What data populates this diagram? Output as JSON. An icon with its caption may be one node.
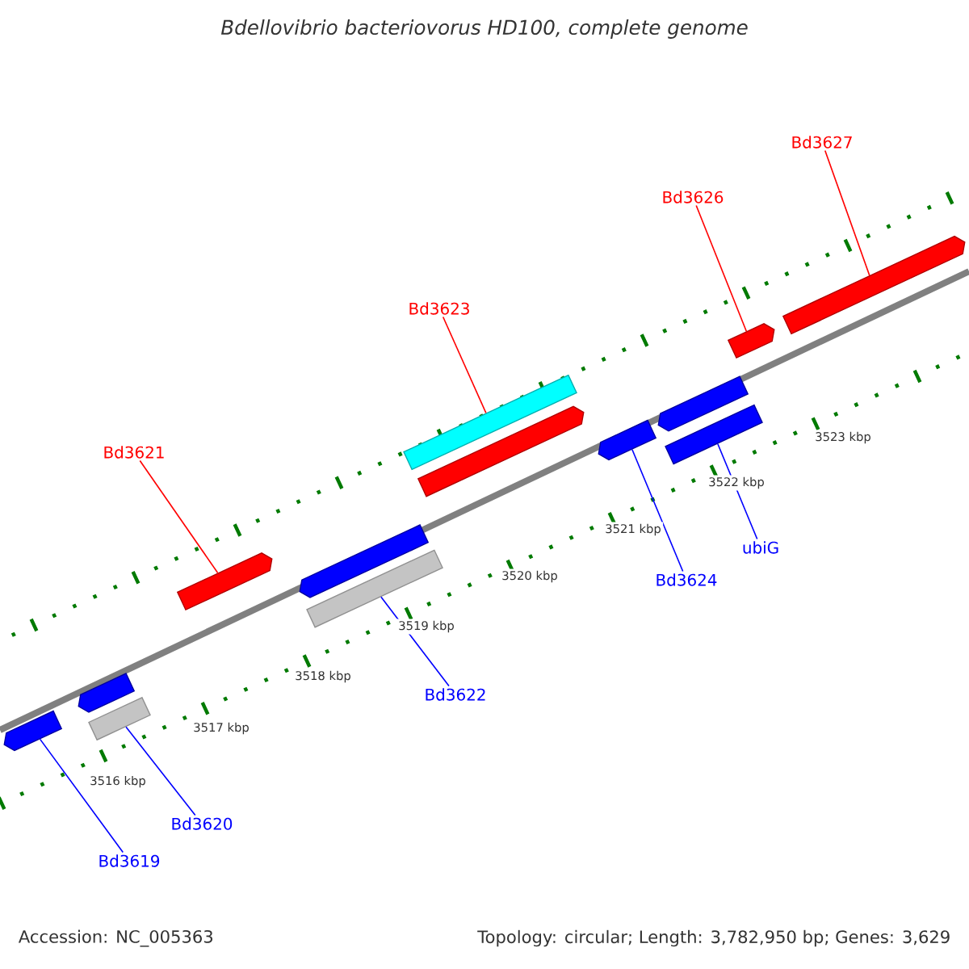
{
  "diagram": {
    "title": "Bdellovibrio bacteriovorus HD100, complete genome",
    "nodes": [
      {
        "text": [
          "Bd3627"
        ]
      },
      {
        "text": [
          "Bd3626"
        ]
      },
      {
        "text": [
          "Bd3623"
        ]
      },
      {
        "text": [
          "Bd3621"
        ]
      },
      {
        "text": [
          "ubiG"
        ]
      },
      {
        "text": [
          "Bd3624"
        ]
      },
      {
        "text": [
          "Bd3622"
        ]
      },
      {
        "text": [
          "Bd3620"
        ]
      },
      {
        "text": [
          "Bd3619"
        ]
      },
      {
        "text": [],
        "shape": "bar"
      },
      {
        "text": [],
        "shape": "bar"
      },
      {
        "text": [],
        "shape": "bar"
      },
      {
        "text": [],
        "shape": "bar"
      },
      {
        "text": [],
        "shape": "bar"
      },
      {
        "text": [],
        "shape": "bar"
      },
      {
        "text": [],
        "shape": "bar"
      },
      {
        "text": [],
        "shape": "bar"
      },
      {
        "text": [],
        "shape": "bar"
      },
      {
        "text": [],
        "shape": "bar"
      },
      {
        "text": [],
        "shape": "bar"
      },
      {
        "text": [],
        "shape": "bar"
      },
      {
        "text": [],
        "shape": "bar"
      }
    ],
    "edges": [
      {
        "from": 0,
        "to": 21,
        "arrow": "none",
        "color": "#ff0000"
      },
      {
        "from": 1,
        "to": 20,
        "arrow": "none",
        "color": "#ff0000"
      },
      {
        "from": 2,
        "to": 15,
        "arrow": "none",
        "color": "#ff0000"
      },
      {
        "from": 3,
        "to": 12,
        "arrow": "none",
        "color": "#ff0000"
      },
      {
        "from": 4,
        "to": 19,
        "arrow": "none"
      },
      {
        "from": 5,
        "to": 17,
        "arrow": "none"
      },
      {
        "from": 6,
        "to": 14,
        "arrow": "none"
      },
      {
        "from": 7,
        "to": 11,
        "arrow": "none"
      },
      {
        "from": 8,
        "to": 9,
        "arrow": "none"
      }
    ],
    "labels": [
      "3523 kbp",
      "3522 kbp",
      "3521 kbp",
      "3520 kbp",
      "3519 kbp",
      "3518 kbp",
      "3517 kbp",
      "3516 kbp",
      "Accession: NC_005363",
      "Topology: circular; Length: 3,782,950 bp; Genes: 3,629"
    ]
  }
}
